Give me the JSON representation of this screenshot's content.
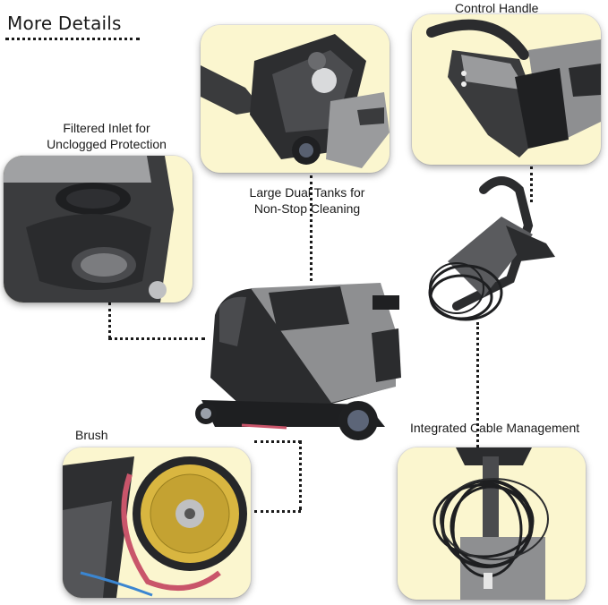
{
  "heading": "More Details",
  "features": {
    "control_handle": "Control Handle",
    "filtered_inlet_line1": "Filtered Inlet for",
    "filtered_inlet_line2": "Unclogged Protection",
    "dual_tanks_line1": "Large Dual Tanks for",
    "dual_tanks_line2": "Non-Stop Cleaning",
    "brush": "Brush",
    "cable_management": "Integrated Cable Management"
  },
  "colors": {
    "panel_bg": "#fbf6cf",
    "body_gray": "#8e8f91",
    "body_dark": "#2b2c2e",
    "brush_yellow": "#d9b640",
    "bumper_red": "#c9556a"
  },
  "icons": {
    "tanks_photo": "open-tanks-photo",
    "handle_photo": "control-handle-photo",
    "inlet_photo": "filtered-inlet-photo",
    "brush_photo": "brush-photo",
    "cable_photo": "cable-reel-photo",
    "machine_photo": "floor-scrubber-photo"
  }
}
